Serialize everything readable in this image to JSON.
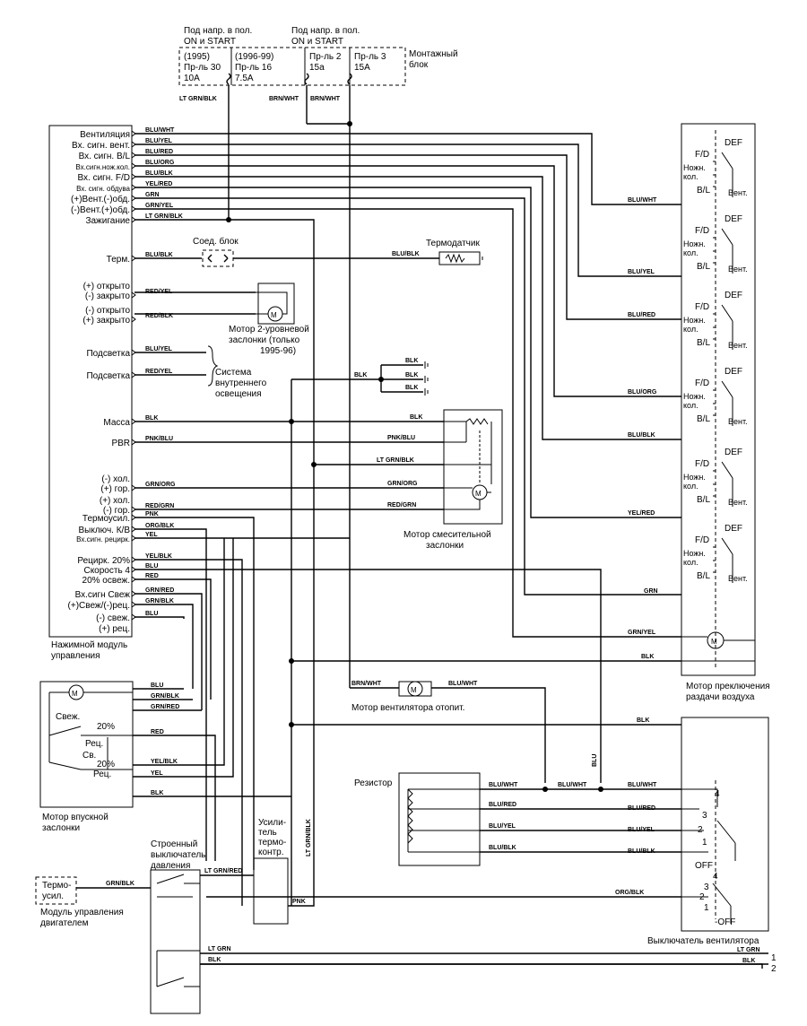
{
  "fuse_block": {
    "header_left": [
      "Под напр. в пол.",
      "ON и START"
    ],
    "header_right": [
      "Под напр. в пол.",
      "ON и START"
    ],
    "fuse1": [
      "(1995)",
      "Пр-ль 30",
      "10A"
    ],
    "fuse2": [
      "(1996-99)",
      "Пр-ль 16",
      "7.5A"
    ],
    "fuse3": [
      "Пр-ль 2",
      "15a"
    ],
    "fuse4": [
      "Пр-ль 3",
      "15A"
    ],
    "block_label": [
      "Монтажный",
      "блок"
    ],
    "wire1": "LT GRN/BLK",
    "wire2": "BRN/WHT",
    "wire3": "BRN/WHT"
  },
  "control_module": {
    "pins": [
      {
        "label": "Вентиляция",
        "wire": "BLU/WHT"
      },
      {
        "label": "Вх. сигн. вент.",
        "wire": "BLU/YEL"
      },
      {
        "label": "Вх. сигн. B/L",
        "wire": "BLU/RED"
      },
      {
        "label": "Вх.сигн.нож.кол.",
        "wire": "BLU/ORG"
      },
      {
        "label": "Вх. сигн. F/D",
        "wire": "BLU/BLK"
      },
      {
        "label": "Вх. сигн. обдува",
        "wire": "YEL/RED"
      },
      {
        "label": "(+)Вент.(-)обд.",
        "wire": "GRN"
      },
      {
        "label": "(-)Вент.(+)обд.",
        "wire": "GRN/YEL"
      },
      {
        "label": "Зажигание",
        "wire": "LT GRN/BLK"
      },
      {
        "label": "Терм.",
        "wire": "BLU/BLK"
      },
      {
        "label": "(+) открыто",
        "wire": ""
      },
      {
        "label": "(-) закрыто",
        "wire": "RED/YEL"
      },
      {
        "label": "(-) открыто",
        "wire": ""
      },
      {
        "label": "(+) закрыто",
        "wire": "RED/BLK"
      },
      {
        "label": "Подсветка",
        "wire": "BLU/YEL"
      },
      {
        "label": "Подсветка",
        "wire": "RED/YEL"
      },
      {
        "label": "Масса",
        "wire": "BLK"
      },
      {
        "label": "PBR",
        "wire": "PNK/BLU"
      },
      {
        "label": "(-) хол.",
        "wire": ""
      },
      {
        "label": "(+) гор.",
        "wire": "GRN/ORG"
      },
      {
        "label": "(+) хол.",
        "wire": ""
      },
      {
        "label": "(-) гор.",
        "wire": "RED/GRN"
      },
      {
        "label": "Термоусил.",
        "wire": "PNK"
      },
      {
        "label": "Выключ. К/В",
        "wire": "ORG/BLK"
      },
      {
        "label": "Вх.сигн. рецирк.",
        "wire": "YEL"
      },
      {
        "label": "Рецирк. 20%",
        "wire": "YEL/BLK"
      },
      {
        "label": "Скорость 4",
        "wire": "BLU"
      },
      {
        "label": "20% освеж.",
        "wire": "RED"
      },
      {
        "label": "Вх.сигн Свеж",
        "wire": "GRN/RED"
      },
      {
        "label": "(+)Свеж/(-)рец.",
        "wire": "GRN/BLK"
      },
      {
        "label": "(-) свеж.",
        "wire": "BLU"
      },
      {
        "label": "(+) рец.",
        "wire": ""
      }
    ],
    "caption": [
      "Нажимной модуль",
      "управления"
    ]
  },
  "labels": {
    "conn_block": "Соед. блок",
    "thermo_sensor": "Термодатчик",
    "motor_2level": [
      "Мотор 2-уровневой",
      "заслонки (только",
      "1995-96)"
    ],
    "lighting_system": [
      "Система",
      "внутреннего",
      "освещения"
    ],
    "mix_motor": [
      "Мотор смесительной",
      "заслонки"
    ],
    "blower_motor": "Мотор вентилятора отопит.",
    "air_dist_motor": [
      "Мотор преключения",
      "раздачи воздуха"
    ],
    "intake_motor": [
      "Мотор впускной",
      "заслонки"
    ],
    "resistor": "Резистор",
    "fan_switch": "Выключатель вентилятора",
    "pressure_switch": [
      "Строенный",
      "выключатель",
      "давления"
    ],
    "thermo_amp": [
      "Усили-",
      "тель",
      "термо-",
      "контр."
    ],
    "ecm_box": [
      "Термо-",
      "усил."
    ],
    "ecm_caption": [
      "Модуль управления",
      "двигателем"
    ],
    "fresh": "Свеж.",
    "recirc": "Рец.",
    "fresh_short": "Св.",
    "pct20a": "20%",
    "pct20b": "20%",
    "off1": "OFF",
    "off2": "-OFF",
    "mode": {
      "fd": "F/D",
      "def": "DEF",
      "foot": [
        "Ножн.",
        "кол."
      ],
      "bl": "B/L",
      "vent": "Вент."
    },
    "out1": "1",
    "out2": "2"
  },
  "wires": {
    "blk": "BLK",
    "lt_grn_blk": "LT GRN/BLK",
    "blu_blk": "BLU/BLK",
    "blu_wht": "BLU/WHT",
    "blu_yel": "BLU/YEL",
    "blu_red": "BLU/RED",
    "blu_org": "BLU/ORG",
    "yel_red": "YEL/RED",
    "grn": "GRN",
    "grn_yel": "GRN/YEL",
    "pnk_blu": "PNK/BLU",
    "grn_org": "GRN/ORG",
    "red_grn": "RED/GRN",
    "brn_wht": "BRN/WHT",
    "blu": "BLU",
    "grn_blk": "GRN/BLK",
    "grn_red": "GRN/RED",
    "red": "RED",
    "yel_blk": "YEL/BLK",
    "yel": "YEL",
    "org_blk": "ORG/BLK",
    "grn_blk2": "GRN/BLK",
    "lt_grn_red": "LT GRN/RED",
    "lt_grn": "LT GRN",
    "pnk": "PNK",
    "lt_grn_blk_v": "LT GRN/BLK"
  }
}
